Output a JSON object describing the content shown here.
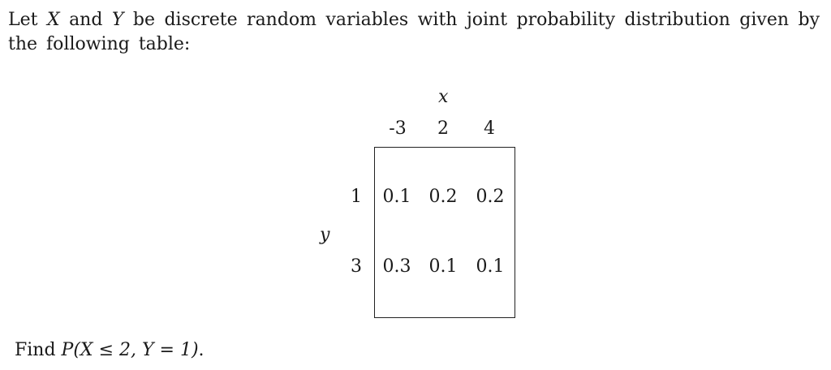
{
  "problem": {
    "intro_parts": [
      "Let ",
      "X",
      " and ",
      "Y",
      " be discrete random variables with joint probability distribution given by the following table:"
    ],
    "table": {
      "x_label": "x",
      "y_label": "y",
      "x_values": [
        "-3",
        "2",
        "4"
      ],
      "y_values": [
        "1",
        "3"
      ],
      "rows": [
        [
          "0.1",
          "0.2",
          "0.2"
        ],
        [
          "0.3",
          "0.1",
          "0.1"
        ]
      ]
    },
    "question_prefix": "Find ",
    "question_expr": "P(X ≤ 2, Y = 1)",
    "question_suffix": "."
  }
}
